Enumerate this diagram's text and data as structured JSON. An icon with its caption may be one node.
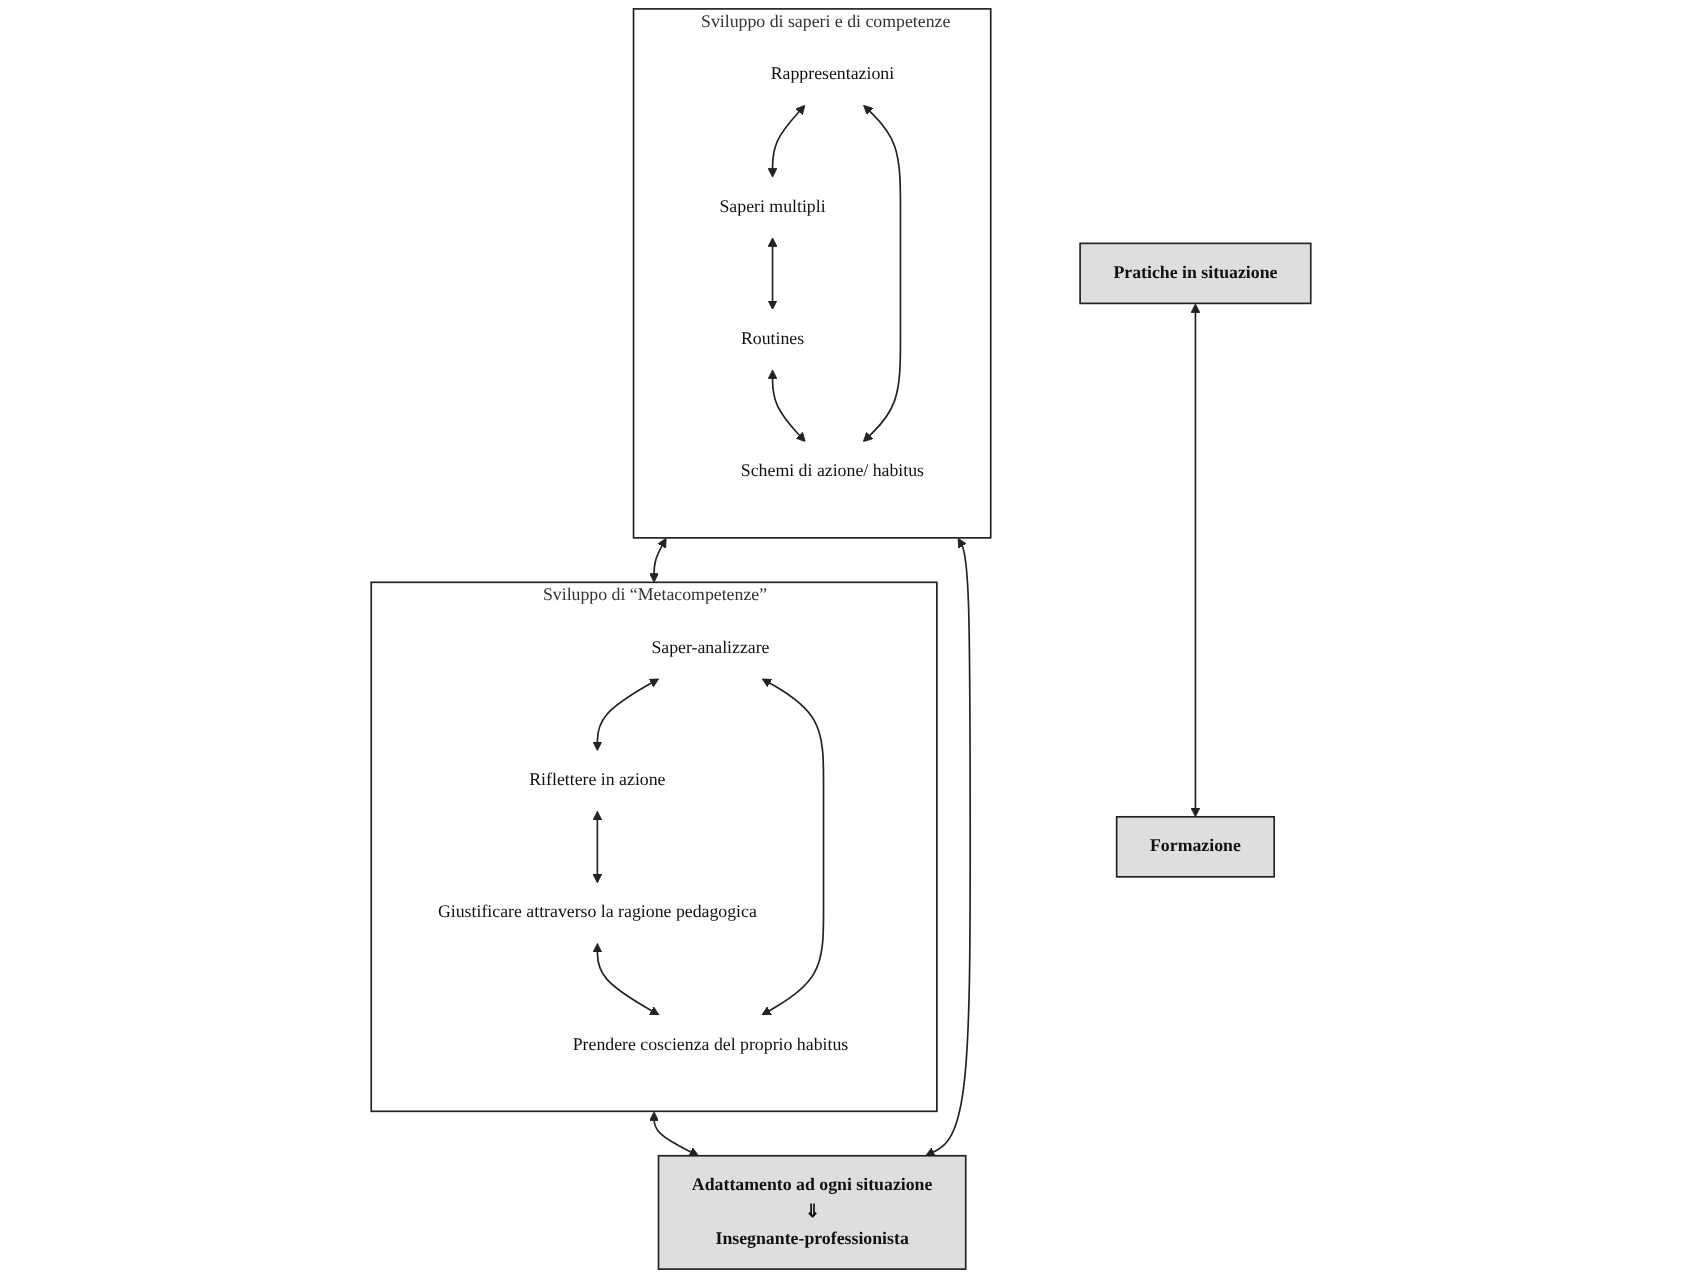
{
  "diagram": {
    "nodes": [
      {
        "text": [
          "Pratiche in situazione"
        ]
      },
      {
        "text": [
          "Formazione"
        ]
      },
      {
        "text": [
          "Sviluppo di saperi e di competenze"
        ]
      },
      {
        "text": [
          "Rappresentazioni"
        ],
        "in": 2
      },
      {
        "text": [
          "Saperi multipli"
        ],
        "in": 2
      },
      {
        "text": [
          "Routines"
        ],
        "in": 2
      },
      {
        "text": [
          "Schemi di azione/ habitus"
        ],
        "in": 2
      },
      {
        "text": [
          "Sviluppo di “Metacompetenze”"
        ]
      },
      {
        "text": [
          "Saper-analizzare"
        ],
        "in": 7
      },
      {
        "text": [
          "Riflettere in azione"
        ],
        "in": 7
      },
      {
        "text": [
          "Giustificare attraverso la ragione pedagogica"
        ],
        "in": 7
      },
      {
        "text": [
          "Prendere coscienza del proprio habitus"
        ],
        "in": 7
      },
      {
        "text": [
          "Adattamento ad ogni situazione",
          "⇓",
          "Insegnante-professionista"
        ]
      }
    ],
    "edges": [
      {
        "from": 0,
        "to": 1,
        "arrow": "both"
      },
      {
        "from": 3,
        "to": 4,
        "arrow": "both"
      },
      {
        "from": 4,
        "to": 5,
        "arrow": "both"
      },
      {
        "from": 5,
        "to": 6,
        "arrow": "both"
      },
      {
        "from": 3,
        "to": 6,
        "arrow": "both"
      },
      {
        "from": 8,
        "to": 9,
        "arrow": "both"
      },
      {
        "from": 9,
        "to": 10,
        "arrow": "both"
      },
      {
        "from": 10,
        "to": 11,
        "arrow": "both"
      },
      {
        "from": 8,
        "to": 11,
        "arrow": "both"
      },
      {
        "from": 2,
        "to": 7,
        "arrow": "both"
      },
      {
        "from": 2,
        "to": 12,
        "arrow": "both"
      },
      {
        "from": 7,
        "to": 12,
        "arrow": "both"
      }
    ]
  }
}
